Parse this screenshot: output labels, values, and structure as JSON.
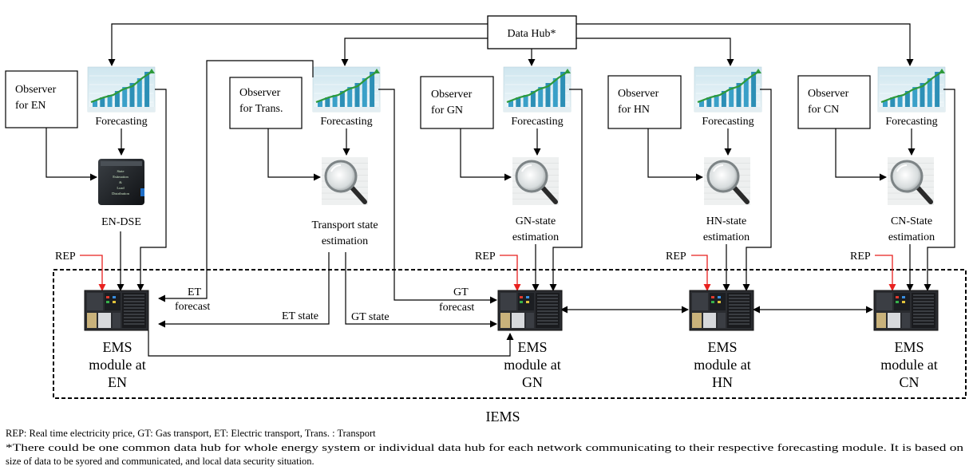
{
  "data_hub": "Data Hub*",
  "observers": {
    "en": [
      "Observer",
      "for EN"
    ],
    "trans": [
      "Observer",
      "for Trans."
    ],
    "gn": [
      "Observer",
      "for GN"
    ],
    "hn": [
      "Observer",
      "for HN"
    ],
    "cn": [
      "Observer",
      "for CN"
    ]
  },
  "forecasting_label": "Forecasting",
  "estimators": {
    "en": [
      "EN-DSE"
    ],
    "trans": [
      "Transport state",
      "estimation"
    ],
    "gn": [
      "GN-state",
      "estimation"
    ],
    "hn": [
      "HN-state",
      "estimation"
    ],
    "cn": [
      "CN-State",
      "estimation"
    ]
  },
  "dse_box_text": [
    "State",
    "Estimation",
    "&",
    "Load",
    "Distribution"
  ],
  "rep_label": "REP",
  "flows": {
    "et_forecast": [
      "ET",
      "forecast"
    ],
    "et_state": "ET state",
    "gt_state": "GT state",
    "gt_forecast": [
      "GT",
      "forecast"
    ]
  },
  "ems": {
    "en": [
      "EMS",
      "module at",
      "EN"
    ],
    "gn": [
      "EMS",
      "module at",
      "GN"
    ],
    "hn": [
      "EMS",
      "module at",
      "HN"
    ],
    "cn": [
      "EMS",
      "module at",
      "CN"
    ]
  },
  "iems_label": "IEMS",
  "footnotes": [
    "REP: Real time electricity price, GT: Gas transport, ET: Electric transport, Trans. : Transport",
    "*There could be one common data hub for whole energy system or individual data hub for each network communicating to their respective forecasting module. It is based on",
    "size of data to be syored and communicated, and local data security situation."
  ],
  "colors": {
    "rep_arrow": "#e8211f",
    "line": "#000000"
  }
}
